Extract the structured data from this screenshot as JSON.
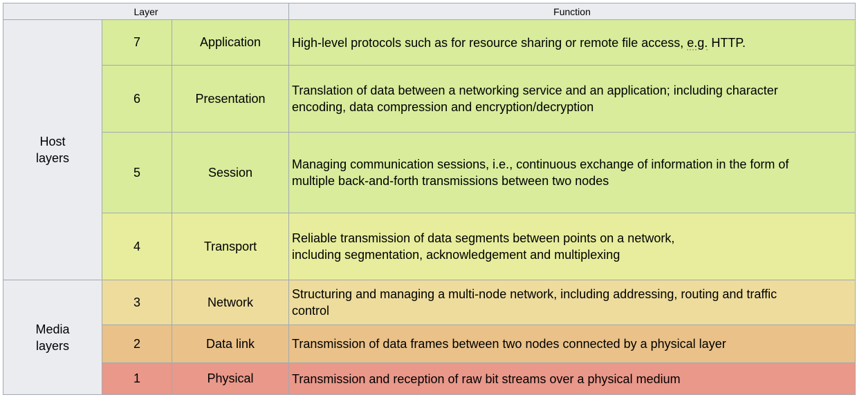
{
  "header": {
    "layer_label": "Layer",
    "function_label": "Function"
  },
  "groups": [
    {
      "words": [
        "Host",
        "layers"
      ]
    },
    {
      "words": [
        "Media",
        "layers"
      ]
    }
  ],
  "colors": {
    "header_bg": "#eaecf0",
    "border": "#a2a9b1",
    "application": "#d8ec9c",
    "presentation": "#d8ec9c",
    "session": "#d8ec9c",
    "transport": "#e7ed9c",
    "network": "#eddc9c",
    "data_link": "#e9c189",
    "physical": "#e9988a"
  },
  "rows": [
    {
      "number": "7",
      "name": "Application",
      "function_lines": [
        "High-level protocols such as for resource sharing or remote file access, "
      ],
      "function_eg": "e.g.",
      "function_tail": " HTTP."
    },
    {
      "number": "6",
      "name": "Presentation",
      "function_lines": [
        "Translation of data between a networking service and an application; including character",
        "encoding, data compression and encryption/decryption"
      ]
    },
    {
      "number": "5",
      "name": "Session",
      "function_lines": [
        "Managing communication sessions, i.e., continuous exchange of information in the form of",
        "multiple back-and-forth transmissions between two nodes"
      ]
    },
    {
      "number": "4",
      "name": "Transport",
      "function_lines": [
        "Reliable transmission of data segments between points on a network,",
        "including segmentation, acknowledgement and multiplexing"
      ]
    },
    {
      "number": "3",
      "name": "Network",
      "function_lines": [
        "Structuring and managing a multi-node network, including addressing, routing and traffic",
        "control"
      ]
    },
    {
      "number": "2",
      "name": "Data link",
      "function_lines": [
        "Transmission of data frames between two nodes connected by a physical layer"
      ]
    },
    {
      "number": "1",
      "name": "Physical",
      "function_lines": [
        "Transmission and reception of raw bit streams over a physical medium"
      ]
    }
  ]
}
